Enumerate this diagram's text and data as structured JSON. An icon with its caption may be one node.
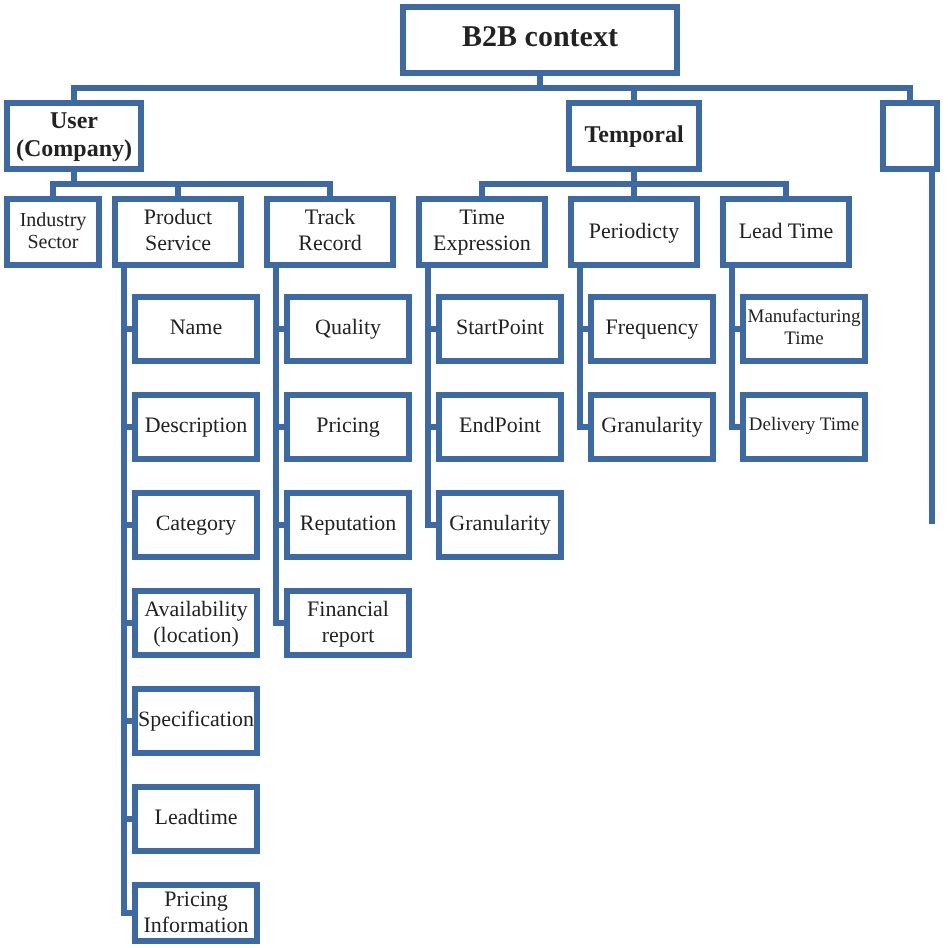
{
  "diagram": {
    "nodes": [
      {
        "text": [
          "B2B context"
        ]
      },
      {
        "text": [
          "User (Company)"
        ]
      },
      {
        "text": [
          "Temporal"
        ]
      },
      {
        "text": [],
        "shape": "box"
      },
      {
        "text": [
          "Industry Sector"
        ]
      },
      {
        "text": [
          "Product Service"
        ]
      },
      {
        "text": [
          "Track Record"
        ]
      },
      {
        "text": [
          "Time Expression"
        ]
      },
      {
        "text": [
          "Periodicty"
        ]
      },
      {
        "text": [
          "Lead Time"
        ]
      },
      {
        "text": [
          "Name"
        ]
      },
      {
        "text": [
          "Description"
        ]
      },
      {
        "text": [
          "Category"
        ]
      },
      {
        "text": [
          "Availability (location)"
        ]
      },
      {
        "text": [
          "Specification"
        ]
      },
      {
        "text": [
          "Leadtime"
        ]
      },
      {
        "text": [
          "Pricing Information"
        ]
      },
      {
        "text": [
          "Quality"
        ]
      },
      {
        "text": [
          "Pricing"
        ]
      },
      {
        "text": [
          "Reputation"
        ]
      },
      {
        "text": [
          "Financial report"
        ]
      },
      {
        "text": [
          "StartPoint"
        ]
      },
      {
        "text": [
          "EndPoint"
        ]
      },
      {
        "text": [
          "Granularity"
        ]
      },
      {
        "text": [
          "Frequency"
        ]
      },
      {
        "text": [
          "Granularity"
        ]
      },
      {
        "text": [
          "Manufacturing Time"
        ]
      },
      {
        "text": [
          "Delivery Time"
        ]
      }
    ],
    "edges": [
      {
        "from": 0,
        "to": 1,
        "arrow": "none"
      },
      {
        "from": 0,
        "to": 2,
        "arrow": "none"
      },
      {
        "from": 0,
        "to": 3,
        "arrow": "none"
      },
      {
        "from": 1,
        "to": 4,
        "arrow": "none"
      },
      {
        "from": 1,
        "to": 5,
        "arrow": "none"
      },
      {
        "from": 1,
        "to": 6,
        "arrow": "none"
      },
      {
        "from": 2,
        "to": 7,
        "arrow": "none"
      },
      {
        "from": 2,
        "to": 8,
        "arrow": "none"
      },
      {
        "from": 2,
        "to": 9,
        "arrow": "none"
      },
      {
        "from": 5,
        "to": 10,
        "arrow": "none"
      },
      {
        "from": 5,
        "to": 11,
        "arrow": "none"
      },
      {
        "from": 5,
        "to": 12,
        "arrow": "none"
      },
      {
        "from": 5,
        "to": 13,
        "arrow": "none"
      },
      {
        "from": 5,
        "to": 14,
        "arrow": "none"
      },
      {
        "from": 5,
        "to": 15,
        "arrow": "none"
      },
      {
        "from": 5,
        "to": 16,
        "arrow": "none"
      },
      {
        "from": 6,
        "to": 17,
        "arrow": "none"
      },
      {
        "from": 6,
        "to": 18,
        "arrow": "none"
      },
      {
        "from": 6,
        "to": 19,
        "arrow": "none"
      },
      {
        "from": 6,
        "to": 20,
        "arrow": "none"
      },
      {
        "from": 7,
        "to": 21,
        "arrow": "none"
      },
      {
        "from": 7,
        "to": 22,
        "arrow": "none"
      },
      {
        "from": 7,
        "to": 23,
        "arrow": "none"
      },
      {
        "from": 8,
        "to": 24,
        "arrow": "none"
      },
      {
        "from": 8,
        "to": 25,
        "arrow": "none"
      },
      {
        "from": 9,
        "to": 26,
        "arrow": "none"
      },
      {
        "from": 9,
        "to": 27,
        "arrow": "none"
      }
    ]
  }
}
